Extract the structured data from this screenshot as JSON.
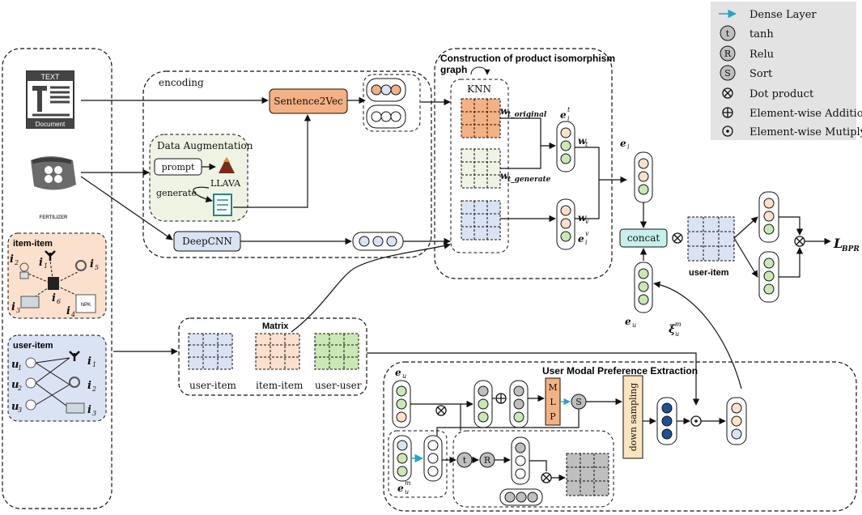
{
  "legend": {
    "dense_layer": "Dense Layer",
    "t_symbol": "t",
    "tanh": "tanh",
    "r_symbol": "R",
    "relu": "Relu",
    "s_symbol": "S",
    "sort": "Sort",
    "dot_product": "Dot product",
    "elementwise_addition": "Element-wise Addition",
    "elementwise_multiply": "Element-wise Mutiply"
  },
  "inputs": {
    "text_doc_title": "TEXT",
    "text_doc_footer": "Document",
    "fertilizer_label": "FERTILIZER",
    "npk_label": "NPK"
  },
  "item_item": {
    "title": "item-item",
    "nodes": [
      "i",
      "i",
      "i",
      "i",
      "i",
      "i"
    ],
    "subs": [
      "1",
      "2",
      "3",
      "4",
      "5",
      "6"
    ]
  },
  "user_item": {
    "title": "user-item",
    "users": [
      "u",
      "u",
      "u"
    ],
    "user_subs": [
      "1",
      "2",
      "3"
    ],
    "items": [
      "i",
      "i",
      "i"
    ],
    "item_subs": [
      "1",
      "2",
      "3"
    ]
  },
  "encoding": {
    "title": "encoding",
    "sentence2vec": "Sentence2Vec",
    "data_augmentation": "Data Augmentation",
    "prompt": "prompt",
    "generate": "generate",
    "llava": "LLAVA",
    "deepcnn": "DeepCNN"
  },
  "isomorphism": {
    "title_line1": "Construction of product isomorphism",
    "title_line2": "graph",
    "knn": "KNN",
    "w_t_original": "w",
    "w_t_original_sub": "t_original",
    "w_t_generate": "w",
    "w_t_generate_sub": "t_generate",
    "w_t": "w",
    "w_t_sub": "t",
    "w_v": "w",
    "w_v_sub": "v",
    "e_i_t": "e",
    "e_i_t_sub": "i",
    "e_i_t_sup": "t",
    "e_i_v": "e",
    "e_i_v_sub": "i",
    "e_i_v_sup": "v"
  },
  "fusion": {
    "e_i": "e",
    "e_i_sub": "i",
    "concat": "concat",
    "user_item": "user-item",
    "e_u": "e",
    "e_u_sub": "u",
    "xi": "ξ",
    "xi_sub": "u",
    "xi_sup": "m",
    "loss": "L",
    "loss_sub": "BPR"
  },
  "matrix": {
    "title": "Matrix",
    "labels": [
      "user-item",
      "item-item",
      "user-user"
    ]
  },
  "umpe": {
    "title": "User Modal Preference Extraction",
    "e_u": "e",
    "e_u_sub": "u",
    "e_u_m": "e",
    "e_u_m_sub": "u",
    "e_u_m_sup": "m",
    "mlp": [
      "M",
      "L",
      "P"
    ],
    "s": "S",
    "t": "t",
    "r": "R",
    "down_sampling": "down sampling"
  },
  "colors": {
    "orange": "#f4b183",
    "orange_dark": "#e8863c",
    "green": "#c9e8b5",
    "blue": "#dae3f3",
    "peach": "#fbe0cd",
    "gray": "#bfbfbf",
    "navy": "#1f4e9a",
    "yellow": "#fbe5c0",
    "teal": "#c7efec",
    "aug_bg": "#eef3e3",
    "legend_bg": "#e3e3e3",
    "cyan_arrow": "#1fa6c6"
  }
}
